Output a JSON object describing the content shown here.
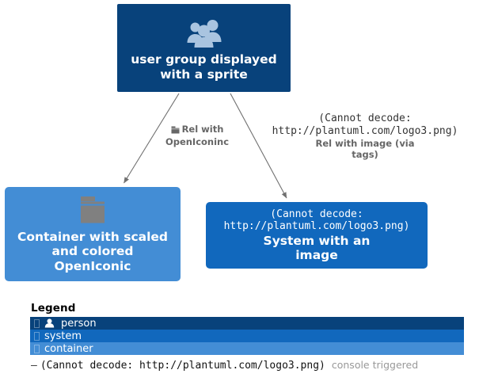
{
  "diagram": {
    "nodes": [
      {
        "id": "person",
        "title": "user group displayed\nwith a sprite",
        "title_line1": "user group displayed",
        "title_line2": "with a sprite",
        "sprite": "user-group-sprite",
        "color": "#08427B"
      },
      {
        "id": "container",
        "title_line1": "Container with scaled",
        "title_line2": "and colored",
        "title_line3": "OpenIconic",
        "sprite": "folder-icon",
        "color": "#438DD5"
      },
      {
        "id": "system",
        "sub_line1": "(Cannot decode:",
        "sub_line2": "http://plantuml.com/logo3.png)",
        "title_line1": "System with an",
        "title_line2": "image",
        "color": "#1168BD"
      }
    ],
    "links": [
      {
        "id": "openiconic",
        "icon": "folder-icon",
        "label_line1": "Rel with",
        "label_line2": "OpenIconinc",
        "color": "#666666"
      },
      {
        "id": "image",
        "mono_line1": "(Cannot decode:",
        "mono_line2": "http://plantuml.com/logo3.png)",
        "label_line1": "Rel with image (via",
        "label_line2": "tags)",
        "color": "#666666"
      }
    ]
  },
  "legend": {
    "title": "Legend",
    "rows": [
      {
        "id": "person",
        "label": "person",
        "glyph": "person-icon",
        "color": "#08427B"
      },
      {
        "id": "system",
        "label": "system",
        "glyph": "placeholder-box-icon",
        "color": "#1168BD"
      },
      {
        "id": "container",
        "label": "container",
        "glyph": "placeholder-box-icon",
        "color": "#438DD5"
      }
    ],
    "footer": {
      "dash": "—",
      "text": "(Cannot decode: http://plantuml.com/logo3.png)",
      "note": "console triggered"
    }
  },
  "colors": {
    "person": "#08427B",
    "system": "#1168BD",
    "container": "#438DD5",
    "sprite": "#A9C4E0",
    "folder_gray": "#808080",
    "arrow": "#707070",
    "label_gray": "#666666",
    "note_gray": "#999999"
  }
}
